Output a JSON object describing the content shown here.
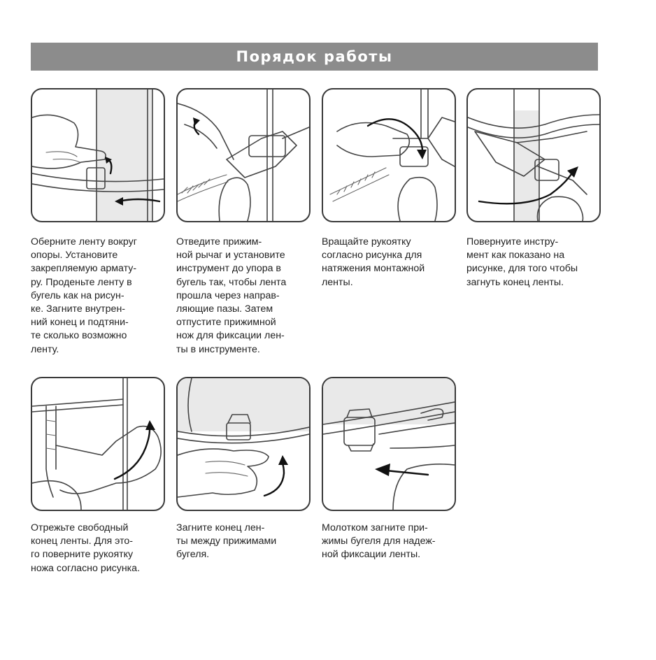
{
  "header": {
    "title": "Порядок работы"
  },
  "steps": [
    {
      "text": "Оберните ленту вокруг\nопоры. Установите\nзакрепляемую армату-\nру. Проденьте ленту в\nбугель как на рисун-\nке. Загните внутрен-\nний конец и подтяни-\nте сколько возможно\nленту."
    },
    {
      "text": "Отведите прижим-\nной рычаг и установите\nинструмент до упора в\nбугель так, чтобы лента\nпрошла через направ-\nляющие пазы. Затем\nотпустите прижимной\nнож для фиксации лен-\nты в инструменте."
    },
    {
      "text": "Вращайте рукоятку\nсогласно рисунка для\nнатяжения монтажной\nленты."
    },
    {
      "text": "Повернуите инстру-\nмент как показано на\nрисунке, для того чтобы\nзагнуть конец ленты."
    },
    {
      "text": "Отрежьте свободный\nконец ленты. Для это-\nго поверните рукоятку\nножа согласно рисунка."
    },
    {
      "text": "Загните конец лен-\nты между прижимами\nбугеля."
    },
    {
      "text": "Молотком загните при-\nжимы бугеля для надеж-\nной фиксации ленты."
    }
  ]
}
